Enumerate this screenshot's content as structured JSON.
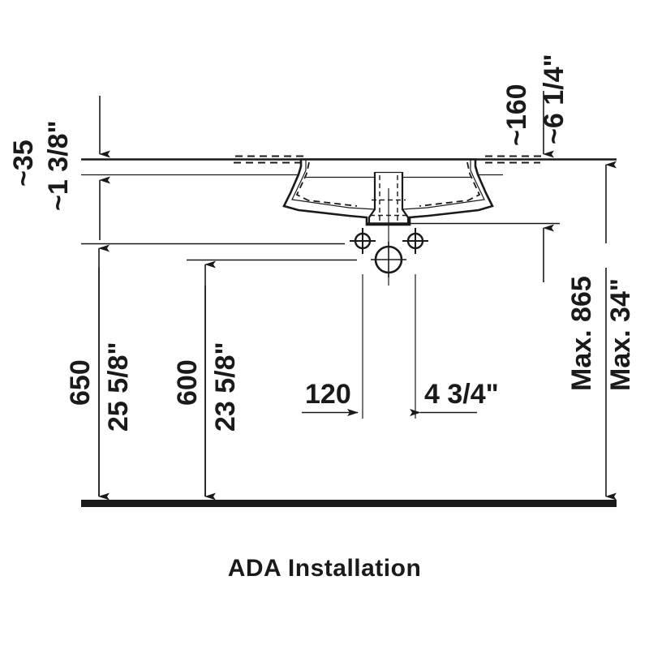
{
  "drawing": {
    "title": "ADA Installation",
    "type": "technical-section-drawing",
    "subject": "wall-mounted washbasin ADA installation heights",
    "line_color": "#1a1a1a",
    "background_color": "#ffffff"
  },
  "dimensions": {
    "rim_thickness_mm": "~35",
    "rim_thickness_in": "~1 3/8\"",
    "basin_depth_mm": "~160",
    "basin_depth_in": "~6 1/4\"",
    "rim_height_mm": "650",
    "rim_height_in": "25 5/8\"",
    "underside_height_mm": "600",
    "underside_height_in": "23 5/8\"",
    "supply_offset_mm": "120",
    "supply_offset_in": "4 3/4\"",
    "max_height_mm": "Max. 865",
    "max_height_in": "Max. 34\""
  },
  "labels": {
    "left_mm": "~35",
    "left_in": "~1 3/8\"",
    "top_right_mm": "~160",
    "top_right_in": "~6 1/4\"",
    "h650_mm": "650",
    "h650_in": "25 5/8\"",
    "h600_mm": "600",
    "h600_in": "23 5/8\"",
    "dim120": "120",
    "dim434": "4 3/4\"",
    "max865": "Max. 865",
    "max34": "Max. 34\""
  },
  "features": {
    "floor_line": "floor datum",
    "counter_line": "counter / rim top line",
    "basin": "vitreous china washbasin cross-section",
    "drain": "center drain outlet",
    "supply_left": "left supply connection",
    "supply_right": "right supply connection",
    "waste_circle": "waste / trap connection"
  }
}
